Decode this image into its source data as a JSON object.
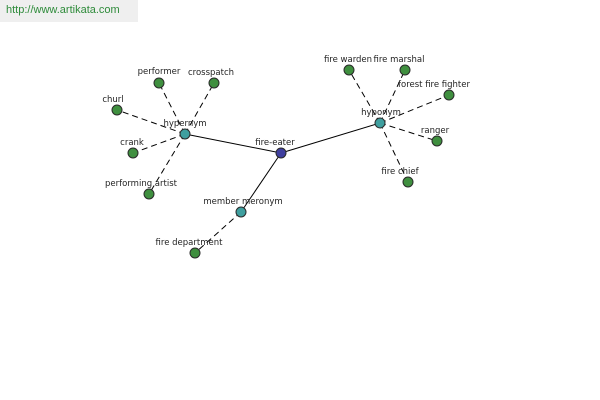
{
  "header": {
    "url": "http://www.artikata.com"
  },
  "colors": {
    "center": "#3f3f9f",
    "relation": "#3f9f9f",
    "leaf": "#3f8f3f"
  },
  "graph": {
    "nodes": [
      {
        "id": "fire-eater",
        "label": "fire-eater",
        "kind": "center"
      },
      {
        "id": "hypernym",
        "label": "hypernym",
        "kind": "relation"
      },
      {
        "id": "hyponym",
        "label": "hyponym",
        "kind": "relation"
      },
      {
        "id": "member-meronym",
        "label": "member meronym",
        "kind": "relation"
      },
      {
        "id": "performer",
        "label": "performer",
        "kind": "leaf"
      },
      {
        "id": "crosspatch",
        "label": "crosspatch",
        "kind": "leaf"
      },
      {
        "id": "churl",
        "label": "churl",
        "kind": "leaf"
      },
      {
        "id": "crank",
        "label": "crank",
        "kind": "leaf"
      },
      {
        "id": "performing-artist",
        "label": "performing artist",
        "kind": "leaf"
      },
      {
        "id": "fire-warden",
        "label": "fire warden",
        "kind": "leaf"
      },
      {
        "id": "fire-marshal",
        "label": "fire marshal",
        "kind": "leaf"
      },
      {
        "id": "forest-fire-fighter",
        "label": "forest fire fighter",
        "kind": "leaf"
      },
      {
        "id": "ranger",
        "label": "ranger",
        "kind": "leaf"
      },
      {
        "id": "fire-chief",
        "label": "fire chief",
        "kind": "leaf"
      },
      {
        "id": "fire-department",
        "label": "fire department",
        "kind": "leaf"
      }
    ],
    "edges": [
      {
        "from": "fire-eater",
        "to": "hypernym",
        "style": "solid"
      },
      {
        "from": "fire-eater",
        "to": "hyponym",
        "style": "solid"
      },
      {
        "from": "fire-eater",
        "to": "member-meronym",
        "style": "solid"
      },
      {
        "from": "hypernym",
        "to": "performer",
        "style": "dashed"
      },
      {
        "from": "hypernym",
        "to": "crosspatch",
        "style": "dashed"
      },
      {
        "from": "hypernym",
        "to": "churl",
        "style": "dashed"
      },
      {
        "from": "hypernym",
        "to": "crank",
        "style": "dashed"
      },
      {
        "from": "hypernym",
        "to": "performing-artist",
        "style": "dashed"
      },
      {
        "from": "hyponym",
        "to": "fire-warden",
        "style": "dashed"
      },
      {
        "from": "hyponym",
        "to": "fire-marshal",
        "style": "dashed"
      },
      {
        "from": "hyponym",
        "to": "forest-fire-fighter",
        "style": "dashed"
      },
      {
        "from": "hyponym",
        "to": "ranger",
        "style": "dashed"
      },
      {
        "from": "hyponym",
        "to": "fire-chief",
        "style": "dashed"
      },
      {
        "from": "member-meronym",
        "to": "fire-department",
        "style": "dashed"
      }
    ]
  }
}
